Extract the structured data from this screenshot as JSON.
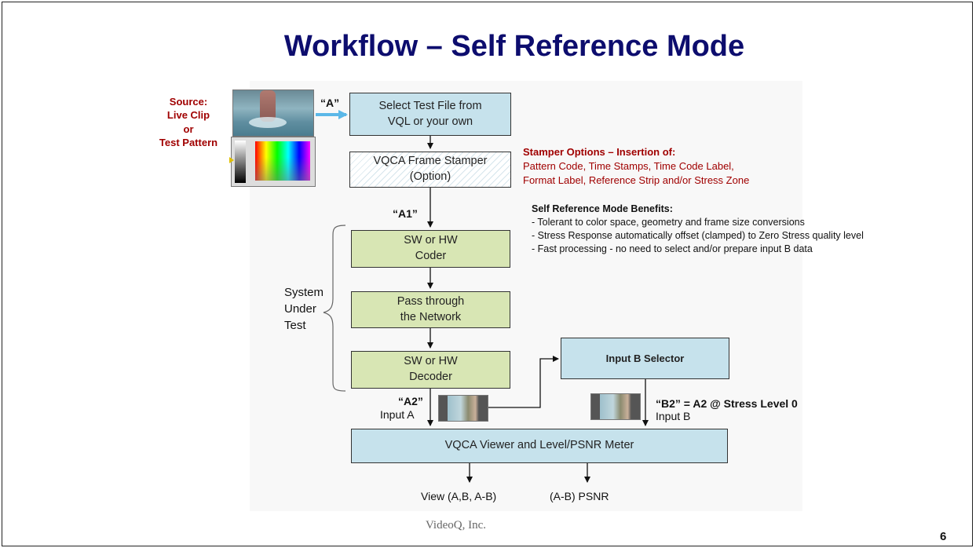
{
  "slide": {
    "title": "Workflow – Self Reference Mode",
    "footer": "VideoQ, Inc.",
    "page_number": "6"
  },
  "source": {
    "line1": "Source:",
    "line2": "Live Clip",
    "line3": "or",
    "line4": "Test Pattern"
  },
  "boxes": {
    "select_test_file": "Select Test File from\nVQL or your own",
    "frame_stamper": "VQCA Frame Stamper\n(Option)",
    "coder": "SW or HW\nCoder",
    "network": "Pass through\nthe Network",
    "decoder": "SW or HW\nDecoder",
    "input_b_selector": "Input B Selector",
    "viewer": "VQCA Viewer and Level/PSNR Meter"
  },
  "labels": {
    "a": "“A”",
    "a1": "“A1”",
    "a2": "“A2”",
    "input_a": "Input A",
    "b2": "“B2” = A2 @ Stress Level 0",
    "input_b": "Input B",
    "system_under_test": "System\nUnder\nTest",
    "view_out": "View (A,B, A-B)",
    "psnr_out": "(A-B) PSNR"
  },
  "stamper_options": {
    "heading": "Stamper Options – Insertion of:",
    "line1": "Pattern Code, Time Stamps, Time Code Label,",
    "line2": "Format Label, Reference Strip and/or Stress Zone"
  },
  "benefits": {
    "heading": "Self Reference Mode Benefits:",
    "items": [
      "- Tolerant to color space, geometry and frame size conversions",
      "- Stress Response automatically offset (clamped) to  Zero Stress quality level",
      "- Fast processing - no need to select and/or prepare input B data"
    ]
  },
  "colors": {
    "title": "#0d0d6e",
    "accent_red": "#a00000",
    "box_blue": "#c6e2ec",
    "box_green": "#d8e6b4",
    "arrow_blue": "#5bb8e8"
  }
}
